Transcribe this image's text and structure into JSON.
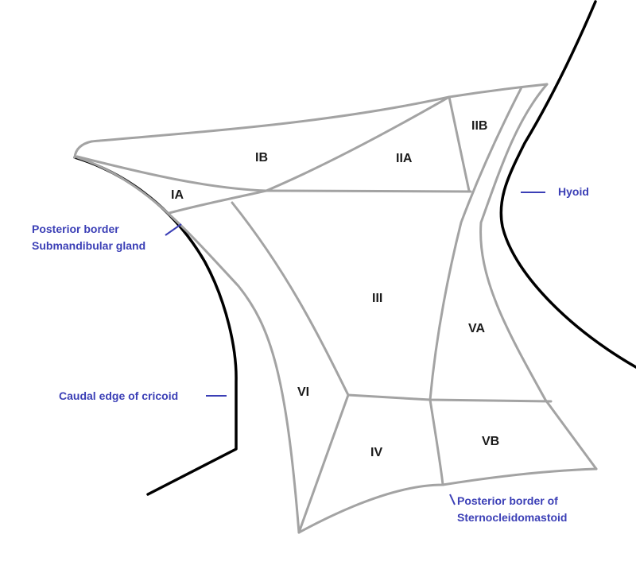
{
  "zones": {
    "IA": "IA",
    "IB": "IB",
    "IIA": "IIA",
    "IIB": "IIB",
    "III": "III",
    "IV": "IV",
    "VA": "VA",
    "VB": "VB",
    "VI": "VI"
  },
  "annotations": {
    "hyoid": "Hyoid",
    "submandibular_line1": "Posterior border",
    "submandibular_line2": "Submandibular gland",
    "cricoid": "Caudal edge of cricoid",
    "scm_line1": "Posterior border of",
    "scm_line2": "Sternocleidomastoid"
  },
  "colors": {
    "zone_lines": "#a3a3a3",
    "outline": "#000000",
    "annotation": "#3b3fb6",
    "zone_text": "#1a1a1a"
  }
}
